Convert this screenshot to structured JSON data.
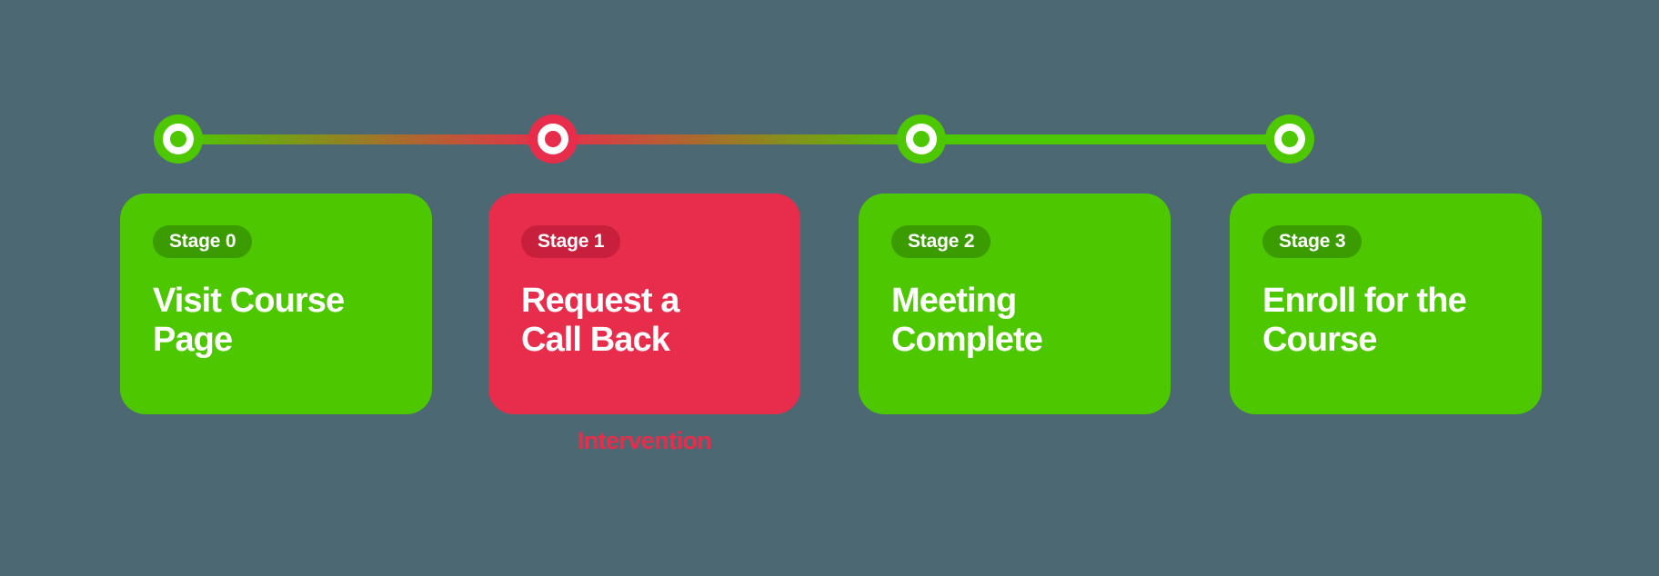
{
  "diagram": {
    "type": "funnel-stage-progression",
    "background_color": "#4c6872",
    "colors": {
      "green": "#4dc800",
      "green_dark": "#3a9c00",
      "red": "#e82d4c",
      "red_dark": "#c81f3c",
      "white": "#ffffff"
    },
    "track": {
      "segments": [
        {
          "name": "segment-stage0-stage1",
          "from_color": "#4dc800",
          "to_color": "#e82d4c"
        },
        {
          "name": "segment-stage1-stage2",
          "from_color": "#e82d4c",
          "to_color": "#4dc800"
        },
        {
          "name": "segment-stage2-stage3",
          "from_color": "#4dc800",
          "to_color": "#4dc800"
        }
      ]
    },
    "nodes": [
      {
        "name": "node-stage-0",
        "color": "#4dc800",
        "state": "normal"
      },
      {
        "name": "node-stage-1",
        "color": "#e82d4c",
        "state": "intervention"
      },
      {
        "name": "node-stage-2",
        "color": "#4dc800",
        "state": "normal"
      },
      {
        "name": "node-stage-3",
        "color": "#4dc800",
        "state": "normal"
      }
    ],
    "stages": [
      {
        "badge": "Stage 0",
        "title": "Visit Course\nPage",
        "color": "#4dc800",
        "badge_color": "#3a9c00",
        "state": "normal"
      },
      {
        "badge": "Stage 1",
        "title": "Request a\nCall Back",
        "color": "#e82d4c",
        "badge_color": "#c81f3c",
        "state": "intervention"
      },
      {
        "badge": "Stage 2",
        "title": "Meeting\nComplete",
        "color": "#4dc800",
        "badge_color": "#3a9c00",
        "state": "normal"
      },
      {
        "badge": "Stage 3",
        "title": "Enroll for the\nCourse",
        "color": "#4dc800",
        "badge_color": "#3a9c00",
        "state": "normal"
      }
    ],
    "intervention_caption": {
      "text": "Intervention",
      "color": "#e82d4c",
      "attached_to_stage": "Stage 1"
    }
  }
}
